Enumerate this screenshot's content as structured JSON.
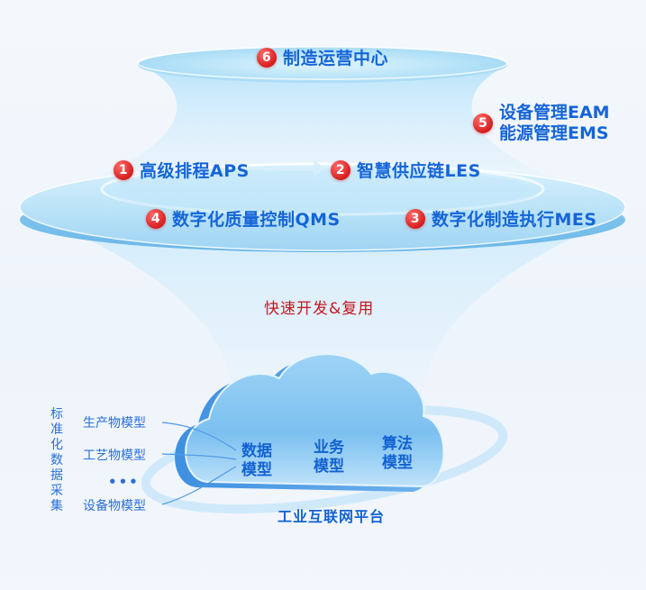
{
  "modules": {
    "m6": {
      "num": "6",
      "label": "制造运营中心"
    },
    "m5": {
      "num": "5",
      "line1": "设备管理EAM",
      "line2": "能源管理EMS"
    },
    "m1": {
      "num": "1",
      "label": "高级排程APS"
    },
    "m2": {
      "num": "2",
      "label": "智慧供应链LES"
    },
    "m4": {
      "num": "4",
      "label": "数字化质量控制QMS"
    },
    "m3": {
      "num": "3",
      "label": "数字化制造执行MES"
    }
  },
  "middle_text": "快速开发&复用",
  "data_collection": {
    "vertical_label": [
      "标",
      "准",
      "化",
      "数",
      "据",
      "采",
      "集"
    ],
    "sources": [
      "生产物模型",
      "工艺物模型",
      "•••",
      "设备物模型"
    ]
  },
  "cloud": {
    "models": [
      [
        "数据",
        "模型"
      ],
      [
        "业务",
        "模型"
      ],
      [
        "算法",
        "模型"
      ]
    ],
    "platform": "工业互联网平台"
  },
  "colors": {
    "accent_blue": "#1565d8",
    "badge_red": "#d81d1d",
    "middle_text_red": "#c6171f"
  }
}
